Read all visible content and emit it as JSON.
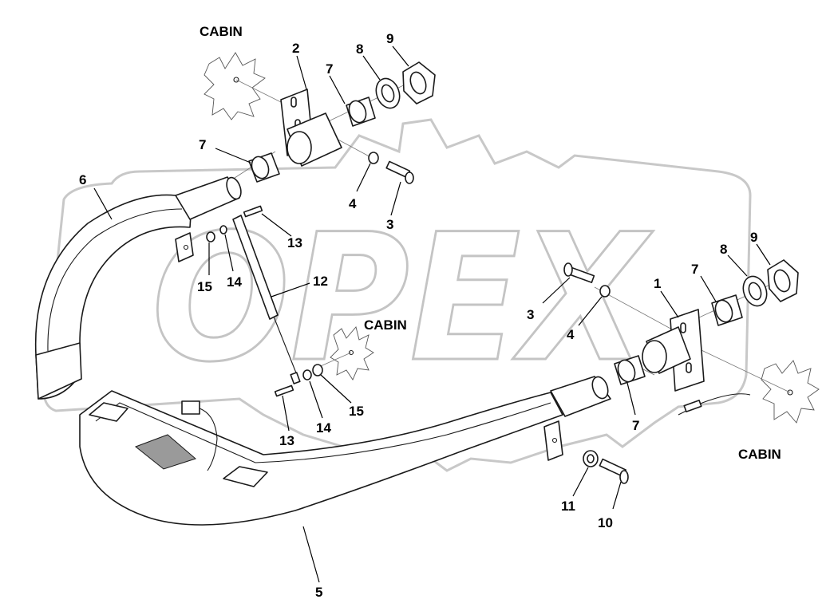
{
  "diagram": {
    "labels": {
      "cabin": "CABIN"
    },
    "callouts": {
      "c1": "1",
      "c2": "2",
      "c3a": "3",
      "c3b": "3",
      "c4a": "4",
      "c4b": "4",
      "c5": "5",
      "c6": "6",
      "c7a": "7",
      "c7b": "7",
      "c7c": "7",
      "c7d": "7",
      "c8a": "8",
      "c8b": "8",
      "c9a": "9",
      "c9b": "9",
      "c10": "10",
      "c11": "11",
      "c12": "12",
      "c13a": "13",
      "c13b": "13",
      "c14a": "14",
      "c14b": "14",
      "c15a": "15",
      "c15b": "15"
    },
    "watermark": "OPEX"
  }
}
